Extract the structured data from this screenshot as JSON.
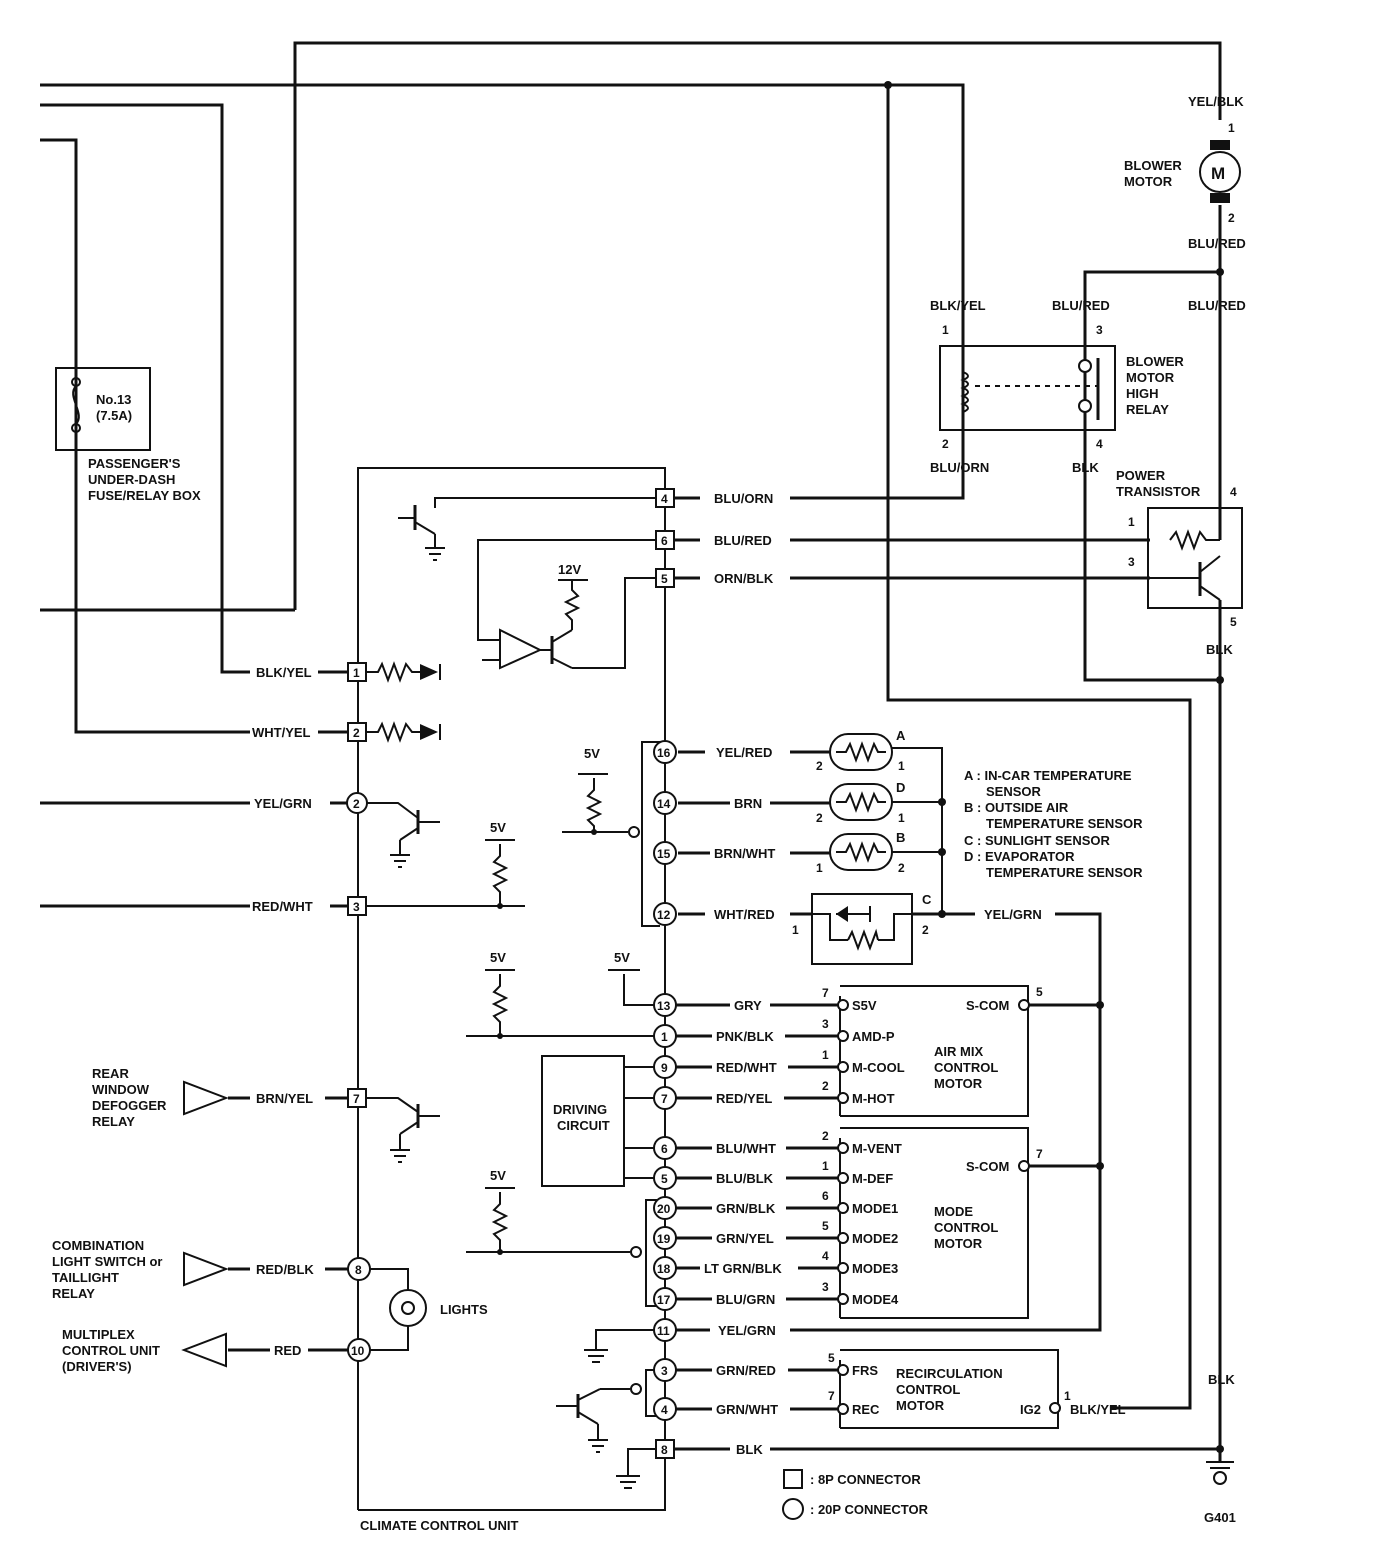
{
  "fuse": {
    "number": "No.13",
    "rating": "(7.5A)",
    "box_name": [
      "PASSENGER'S",
      "UNDER-DASH",
      "FUSE/RELAY BOX"
    ]
  },
  "blower_motor": {
    "name": [
      "BLOWER",
      "MOTOR"
    ],
    "symbol": "M",
    "pin1": "1",
    "pin2": "2",
    "wire_top": "YEL/BLK",
    "wire_bottom": "BLU/RED"
  },
  "relay": {
    "name": [
      "BLOWER",
      "MOTOR",
      "HIGH",
      "RELAY"
    ],
    "wire1": "BLK/YEL",
    "wire2": "BLU/ORN",
    "wire3": "BLU/RED",
    "wire4": "BLK",
    "pin1": "1",
    "pin2": "2",
    "pin3": "3",
    "pin4": "4",
    "wire_right": "BLU/RED"
  },
  "power_transistor": {
    "name": [
      "POWER",
      "TRANSISTOR"
    ],
    "pin1": "1",
    "pin3": "3",
    "pin4": "4",
    "pin5": "5",
    "ground_wire": "BLK"
  },
  "ccu": {
    "name": "CLIMATE CONTROL UNIT"
  },
  "pins": [
    {
      "num": "4",
      "wire": "BLU/ORN"
    },
    {
      "num": "6",
      "wire": "BLU/RED"
    },
    {
      "num": "5",
      "wire": "ORN/BLK"
    },
    {
      "num": "1",
      "wire": "BLK/YEL"
    },
    {
      "num": "2",
      "wire": "WHT/YEL"
    },
    {
      "num": "2",
      "wire": "YEL/GRN"
    },
    {
      "num": "3",
      "wire": "RED/WHT"
    },
    {
      "num": "16",
      "wire": "YEL/RED"
    },
    {
      "num": "14",
      "wire": "BRN"
    },
    {
      "num": "15",
      "wire": "BRN/WHT"
    },
    {
      "num": "12",
      "wire": "WHT/RED"
    },
    {
      "num": "13",
      "wire": "GRY"
    },
    {
      "num": "1",
      "wire": "PNK/BLK"
    },
    {
      "num": "9",
      "wire": "RED/WHT"
    },
    {
      "num": "7",
      "wire": "RED/YEL"
    },
    {
      "num": "6",
      "wire": "BLU/WHT"
    },
    {
      "num": "5",
      "wire": "BLU/BLK"
    },
    {
      "num": "20",
      "wire": "GRN/BLK"
    },
    {
      "num": "19",
      "wire": "GRN/YEL"
    },
    {
      "num": "18",
      "wire": "LT GRN/BLK"
    },
    {
      "num": "17",
      "wire": "BLU/GRN"
    },
    {
      "num": "11",
      "wire": "YEL/GRN"
    },
    {
      "num": "3",
      "wire": "GRN/RED"
    },
    {
      "num": "4",
      "wire": "GRN/WHT"
    },
    {
      "num": "8",
      "wire": "BLK"
    },
    {
      "num": "7",
      "wire": "BRN/YEL"
    },
    {
      "num": "8",
      "wire": "RED/BLK"
    },
    {
      "num": "10",
      "wire": "RED"
    }
  ],
  "voltages": {
    "v12": "12V",
    "v5": "5V"
  },
  "sensors": {
    "a": {
      "letter": "A",
      "pin_left": "2",
      "pin_right": "1"
    },
    "d": {
      "letter": "D",
      "pin_left": "2",
      "pin_right": "1"
    },
    "b": {
      "letter": "B",
      "pin_left": "1",
      "pin_right": "2"
    },
    "c": {
      "letter": "C",
      "pin_left": "1",
      "pin_right": "2"
    },
    "c_wire": "YEL/GRN",
    "legend": [
      "A : IN-CAR TEMPERATURE",
      "SENSOR",
      "B : OUTSIDE AIR",
      "TEMPERATURE SENSOR",
      "C : SUNLIGHT SENSOR",
      "D : EVAPORATOR",
      "TEMPERATURE SENSOR"
    ]
  },
  "air_mix_motor": {
    "name": [
      "AIR MIX",
      "CONTROL",
      "MOTOR"
    ],
    "terminals": [
      {
        "pin": "7",
        "label": "S5V"
      },
      {
        "pin": "3",
        "label": "AMD-P"
      },
      {
        "pin": "1",
        "label": "M-COOL"
      },
      {
        "pin": "2",
        "label": "M-HOT"
      }
    ],
    "scom": "S-COM",
    "scom_pin": "5"
  },
  "mode_motor": {
    "name": [
      "MODE",
      "CONTROL",
      "MOTOR"
    ],
    "terminals": [
      {
        "pin": "2",
        "label": "M-VENT"
      },
      {
        "pin": "1",
        "label": "M-DEF"
      },
      {
        "pin": "6",
        "label": "MODE1"
      },
      {
        "pin": "5",
        "label": "MODE2"
      },
      {
        "pin": "4",
        "label": "MODE3"
      },
      {
        "pin": "3",
        "label": "MODE4"
      }
    ],
    "scom": "S-COM",
    "scom_pin": "7"
  },
  "recirc_motor": {
    "name": [
      "RECIRCULATION",
      "CONTROL",
      "MOTOR"
    ],
    "terminals": [
      {
        "pin": "5",
        "label": "FRS"
      },
      {
        "pin": "7",
        "label": "REC"
      }
    ],
    "ig2": "IG2",
    "ig2_pin": "1",
    "ig2_wire": "BLK/YEL"
  },
  "driving_circuit": [
    "DRIVING",
    "CIRCUIT"
  ],
  "defogger": [
    "REAR",
    "WINDOW",
    "DEFOGGER",
    "RELAY"
  ],
  "combo": [
    "COMBINATION",
    "LIGHT SWITCH or",
    "TAILLIGHT",
    "RELAY"
  ],
  "multiplex": [
    "MULTIPLEX",
    "CONTROL UNIT",
    "(DRIVER'S)"
  ],
  "lights": "LIGHTS",
  "ground_wire": "BLK",
  "ground_name": "G401",
  "legend": {
    "connector8p": ": 8P CONNECTOR",
    "connector20p": ": 20P CONNECTOR"
  }
}
